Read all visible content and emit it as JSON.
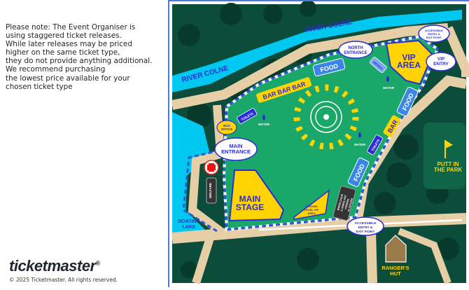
{
  "notice": "Please note: The Event Organiser is\nusing staggered ticket releases.\nWhile later releases may be priced\nhigher on the same ticket type,\nthey do not provide anything additional.\nWe recommend purchasing\nthe lowest price available for your\nchosen ticket type",
  "brand": {
    "logo": "ticketmaster",
    "registered": "®",
    "copyright": "© 2025 Ticketmaster. All rights reserved."
  },
  "map": {
    "labels": {
      "river_top": "RIVER COLNE",
      "river_left": "RIVER COLNE",
      "boating_lake": [
        "BOATING",
        "LAKE"
      ],
      "main_entrance": [
        "MAIN",
        "ENTRANCE"
      ],
      "north_entrance": [
        "NORTH",
        "ENTRANCE"
      ],
      "box_office": [
        "BOX",
        "OFFICE"
      ],
      "accessible_top": [
        "ACCESSIBLE",
        "ENTRY &",
        "EXIT POINT"
      ],
      "accessible_bottom": [
        "ACCESSIBLE",
        "ENTRY &",
        "EXIT POINT"
      ],
      "vip_area": [
        "VIP",
        "AREA"
      ],
      "vip_entry": [
        "VIP",
        "ENTRY"
      ],
      "food_top": "FOOD",
      "food_right": "FOOD",
      "food_bottom": "FOOD",
      "bar_row": "BAR  BAR  BAR",
      "bar_right": "BAR",
      "toilets_left": "TOILETS",
      "toilets_right": "TOILETS",
      "merch": "MERCH",
      "water": "WATER",
      "welfare": "WELFARE",
      "main_stage": [
        "MAIN",
        "STAGE"
      ],
      "ground_vip": [
        "GROUND",
        "LEVEL VIP",
        "AREA"
      ],
      "platform": [
        "WHEELCHAIR",
        "& AMBULANT",
        "VIEWING",
        "PLATFORM"
      ],
      "putt": [
        "PUTT IN",
        "THE PARK"
      ],
      "rangers_hut": [
        "RANGER'S",
        "HUT"
      ]
    },
    "colors": {
      "river": "#00c8f0",
      "grass_dark": "#0b4d3a",
      "field": "#1aa86a",
      "path": "#e6cfa6",
      "yellow": "#ffd400",
      "blue_label": "#2d2bd6",
      "food_blue": "#3a86e8"
    }
  }
}
